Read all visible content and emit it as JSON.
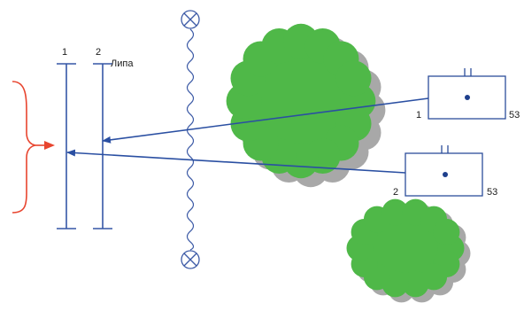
{
  "labels": {
    "pole_1": "1",
    "pole_2": "2",
    "linden": "Липа",
    "device_top_number": "1",
    "device_top_value": "53",
    "device_bottom_number": "2",
    "device_bottom_value": "53"
  },
  "colors": {
    "poles": "#3557a6",
    "rays": "#2a4fa2",
    "bracket": "#e8452f",
    "device_frame": "#2d4d9a",
    "device_dot": "#1e3f8c",
    "hedge_line": "#3c5aa6",
    "tree_fill": "#4fb848",
    "tree_shadow": "#a8a8a8"
  },
  "icons": {
    "hedge_end_top": "circle-x-icon",
    "hedge_end_bottom": "circle-x-icon"
  }
}
